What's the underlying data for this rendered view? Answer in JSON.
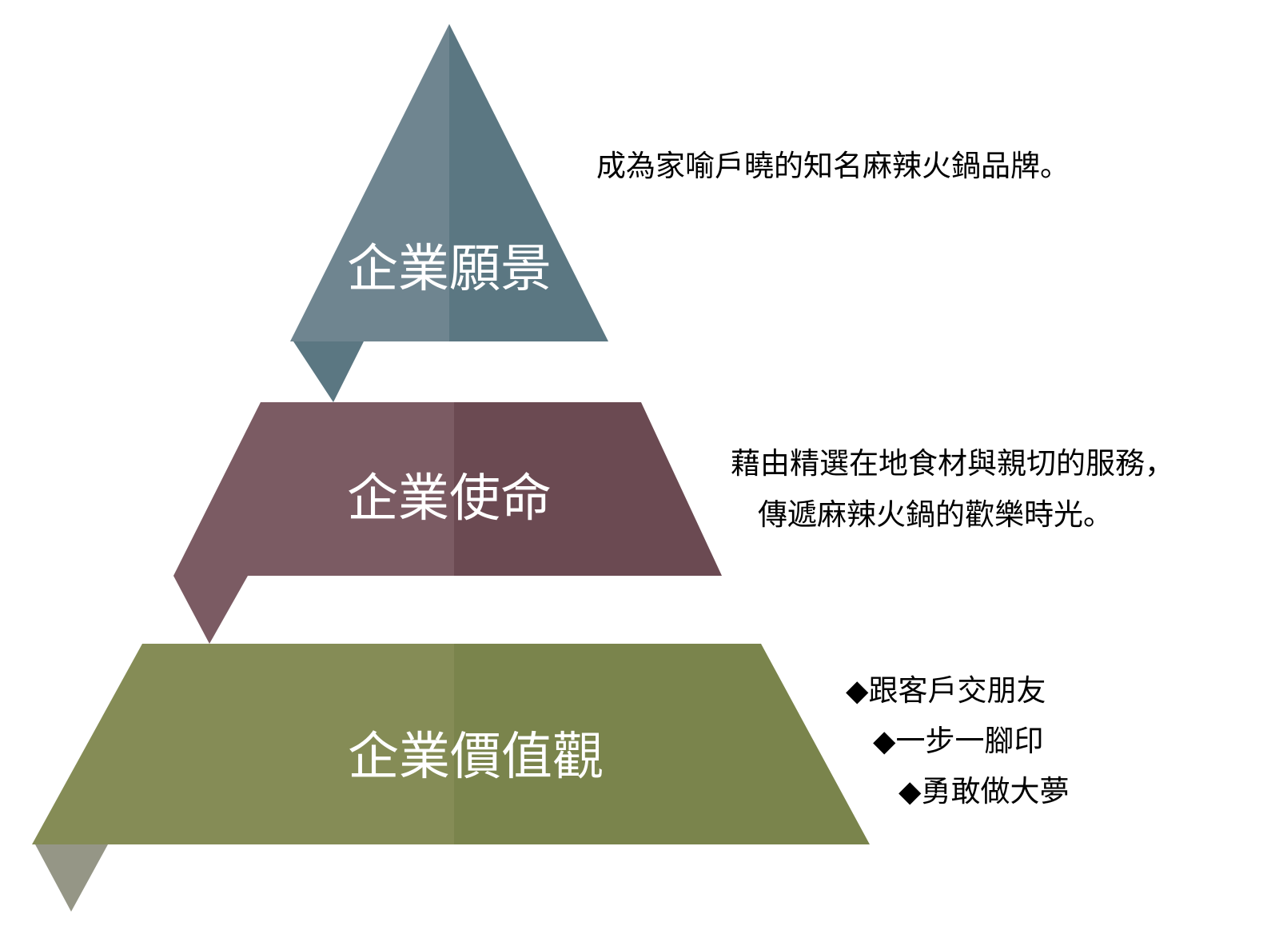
{
  "levels": [
    {
      "title": "企業願景",
      "color_light": "#6f8590",
      "color_dark": "#5b7782",
      "description": [
        "成為家喻戶曉的知名麻辣火鍋品牌。"
      ]
    },
    {
      "title": "企業使命",
      "color_light": "#7b5b63",
      "color_dark": "#6b4a52",
      "description": [
        "藉由精選在地食材與親切的服務，",
        "傳遞麻辣火鍋的歡樂時光。"
      ]
    },
    {
      "title": "企業價值觀",
      "color_light": "#858c56",
      "color_dark": "#7a844c",
      "description": [
        "◆跟客戶交朋友",
        "◆一步一腳印",
        "◆勇敢做大夢"
      ]
    }
  ]
}
